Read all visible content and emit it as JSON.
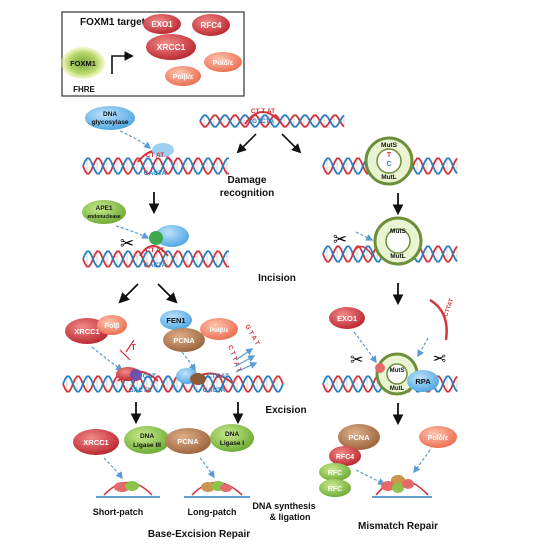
{
  "inset": {
    "title": "FOXM1 targets",
    "foxm1": "FOXM1",
    "fhre": "FHRE",
    "targets": [
      "EXO1",
      "RFC4",
      "XRCC1",
      "Polδ/ε",
      "Polβ/ε"
    ]
  },
  "dna_top": {
    "top": "CT T AT",
    "bottom": "GTCTA"
  },
  "stages": {
    "damage_recognition": [
      "Damage",
      "recognition"
    ],
    "incision": "Incision",
    "excision": "Excision",
    "dna_synthesis": [
      "DNA synthesis",
      "& ligation"
    ]
  },
  "ber": {
    "title": "Base-Excision Repair",
    "glycosylase": [
      "DNA",
      "glycosylase"
    ],
    "dna1": {
      "top": "CT AT",
      "bottom": "GACTA"
    },
    "ape1": [
      "APE1",
      "endonuclease"
    ],
    "dna2": {
      "top": "CT AT",
      "bottom": "GACTA"
    },
    "short": {
      "xrcc1": "XRCC1",
      "polb": "Polβ",
      "t": "T",
      "dna": {
        "top": "CTGAT",
        "bottom": "GACTA"
      },
      "xrcc1_b": "XRCC1",
      "ligase": [
        "DNA",
        "Ligase III"
      ],
      "label": "Short-patch"
    },
    "long": {
      "fen1": "FEN1",
      "pcna": "PCNA",
      "pol": "Polβ/ε",
      "flap1": "G T A T",
      "flap2": "C T T A T",
      "dna": {
        "top": "CTGAT",
        "bottom": "GACTA"
      },
      "pcna_b": "PCNA",
      "ligase": [
        "DNA",
        "Ligase I"
      ],
      "label": "Long-patch"
    }
  },
  "mmr": {
    "title": "Mismatch Repair",
    "muts": "MutS",
    "mutl": "MutL",
    "t": "T",
    "c": "C",
    "exo1": "EXO1",
    "flap": "CTTAT",
    "rpa": "RPA",
    "pcna": "PCNA",
    "rfc4": "RFC4",
    "rfc": "RFC",
    "pol": "Polδ/ε"
  },
  "colors": {
    "red": "#d2333c",
    "blue": "#2a7fbf",
    "green": "#8ac24a",
    "pcna": "#b47a4e",
    "salmon": "#f07b62",
    "lightblue": "#6ab6ea"
  }
}
